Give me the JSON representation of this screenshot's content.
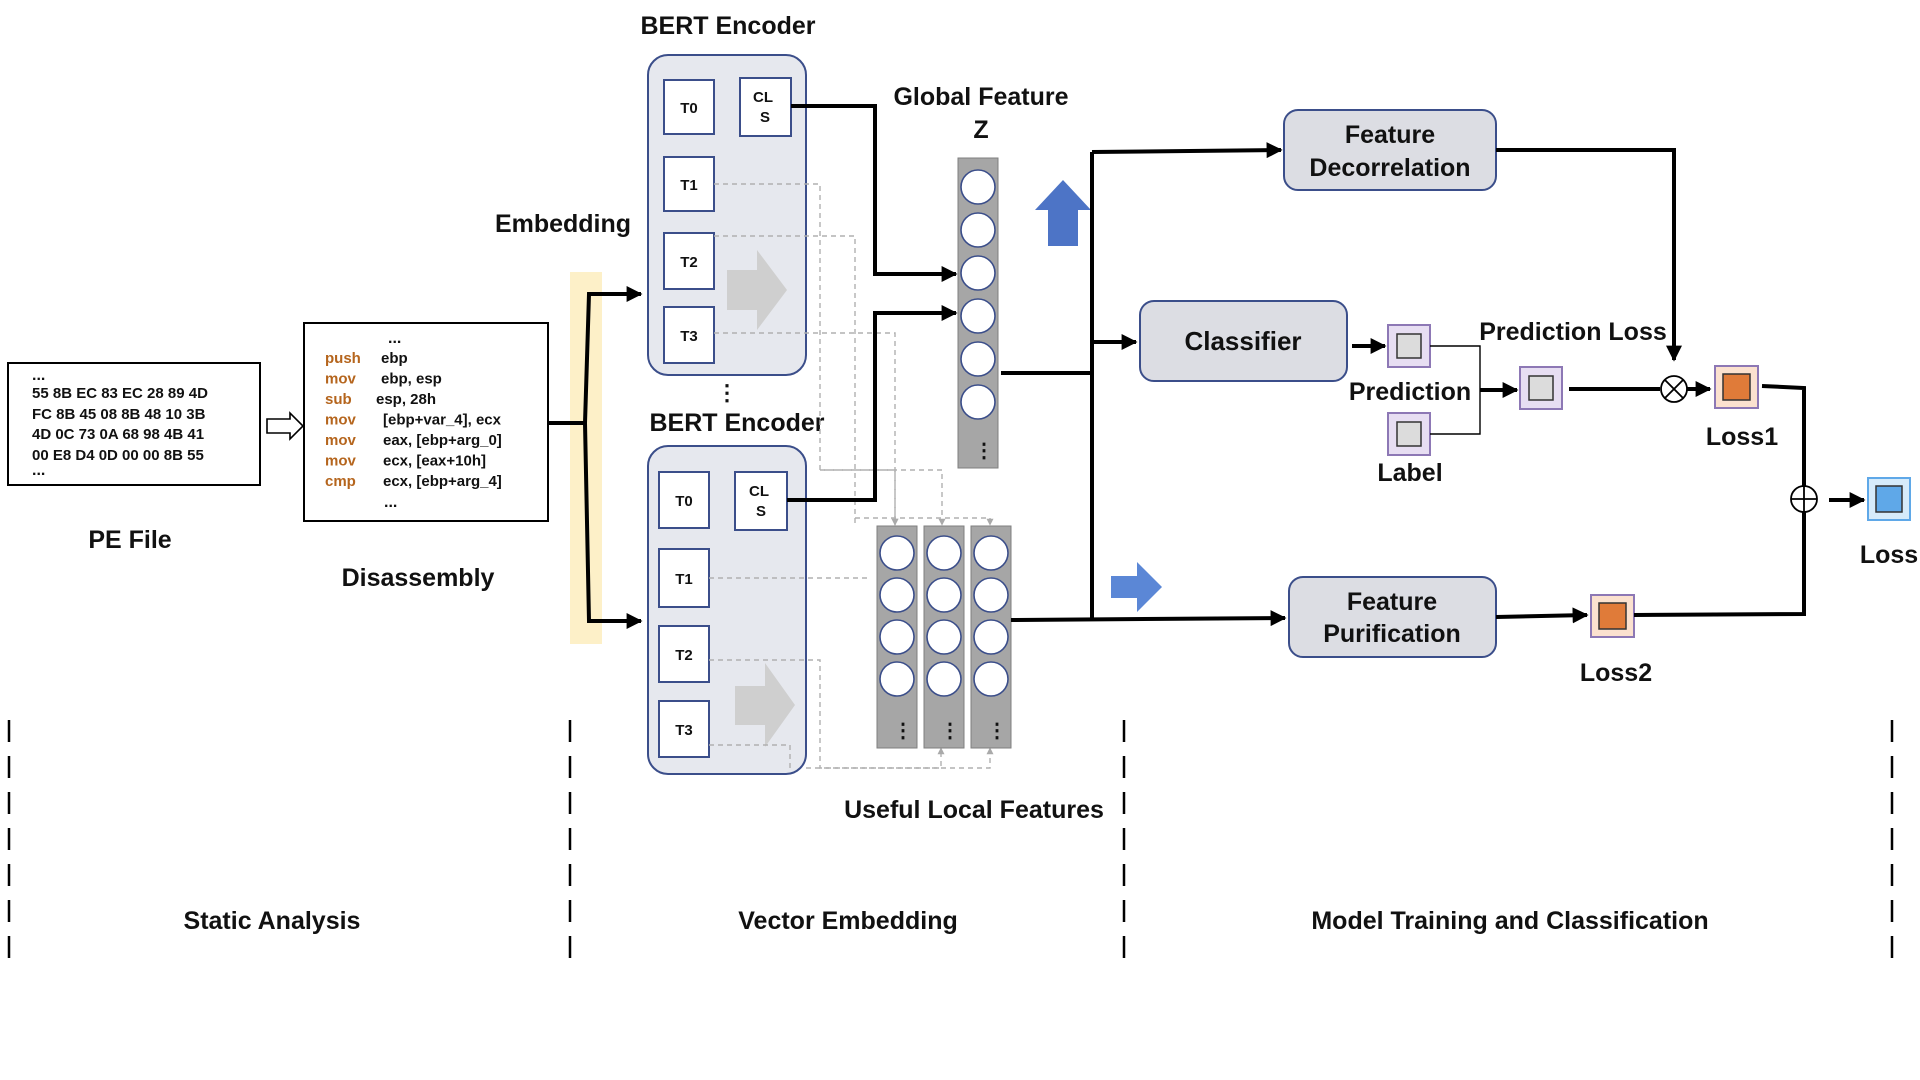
{
  "pe_file": {
    "label": "PE File",
    "lines": [
      "...",
      "55 8B EC 83 EC 28 89 4D",
      "FC 8B 45 08 8B 48 10 3B",
      "4D 0C 73 0A 68 98 4B 41",
      "00 E8 D4 0D 00 00 8B 55",
      "..."
    ]
  },
  "disassembly": {
    "label": "Disassembly",
    "top_ellipsis": "...",
    "bottom_ellipsis": "...",
    "rows": [
      {
        "op": "push",
        "arg": "ebp"
      },
      {
        "op": "mov",
        "arg": "ebp, esp"
      },
      {
        "op": "sub",
        "arg": "esp, 28h"
      },
      {
        "op": "mov",
        "arg": "[ebp+var_4], ecx"
      },
      {
        "op": "mov",
        "arg": "eax, [ebp+arg_0]"
      },
      {
        "op": "mov",
        "arg": "ecx, [eax+10h]"
      },
      {
        "op": "cmp",
        "arg": "ecx, [ebp+arg_4]"
      }
    ]
  },
  "embedding_label": "Embedding",
  "encoder_top": {
    "title": "BERT Encoder",
    "tokens": [
      "T0",
      "T1",
      "T2",
      "T3"
    ],
    "cls": "CL\nS"
  },
  "encoder_bottom": {
    "title": "BERT Encoder",
    "tokens": [
      "T0",
      "T1",
      "T2",
      "T3"
    ],
    "cls": "CL\nS"
  },
  "encoder_gap_ellipsis": "⋮",
  "global_feature": {
    "line1": "Global Feature",
    "line2": "Z"
  },
  "local_features_label": "Useful Local Features",
  "vector_ellipsis": "⋮",
  "feature_decorrelation": {
    "line1": "Feature",
    "line2": "Decorrelation"
  },
  "classifier": "Classifier",
  "feature_purification": {
    "line1": "Feature",
    "line2": "Purification"
  },
  "prediction_label": "Prediction",
  "label_label": "Label",
  "prediction_loss_label": "Prediction Loss",
  "loss1_label": "Loss1",
  "loss2_label": "Loss2",
  "loss_label": "Loss",
  "multiply_symbol": "⊗",
  "plus_symbol": "⊕",
  "stages": [
    "Static Analysis",
    "Vector Embedding",
    "Model Training and Classification"
  ],
  "colors": {
    "opcode": "#b5651d",
    "encoder_fill": "#e6e8ee",
    "box_border": "#3b4e8a",
    "module_fill": "#dcdde3",
    "embedding_bar": "#fdf0c8",
    "vector_gray": "#a6a6a6",
    "arrow_blue": "#4d74c6",
    "loss_orange": "#e07b39",
    "loss_blue": "#5fa8e8",
    "pred_purple": "#c9b7e0"
  }
}
